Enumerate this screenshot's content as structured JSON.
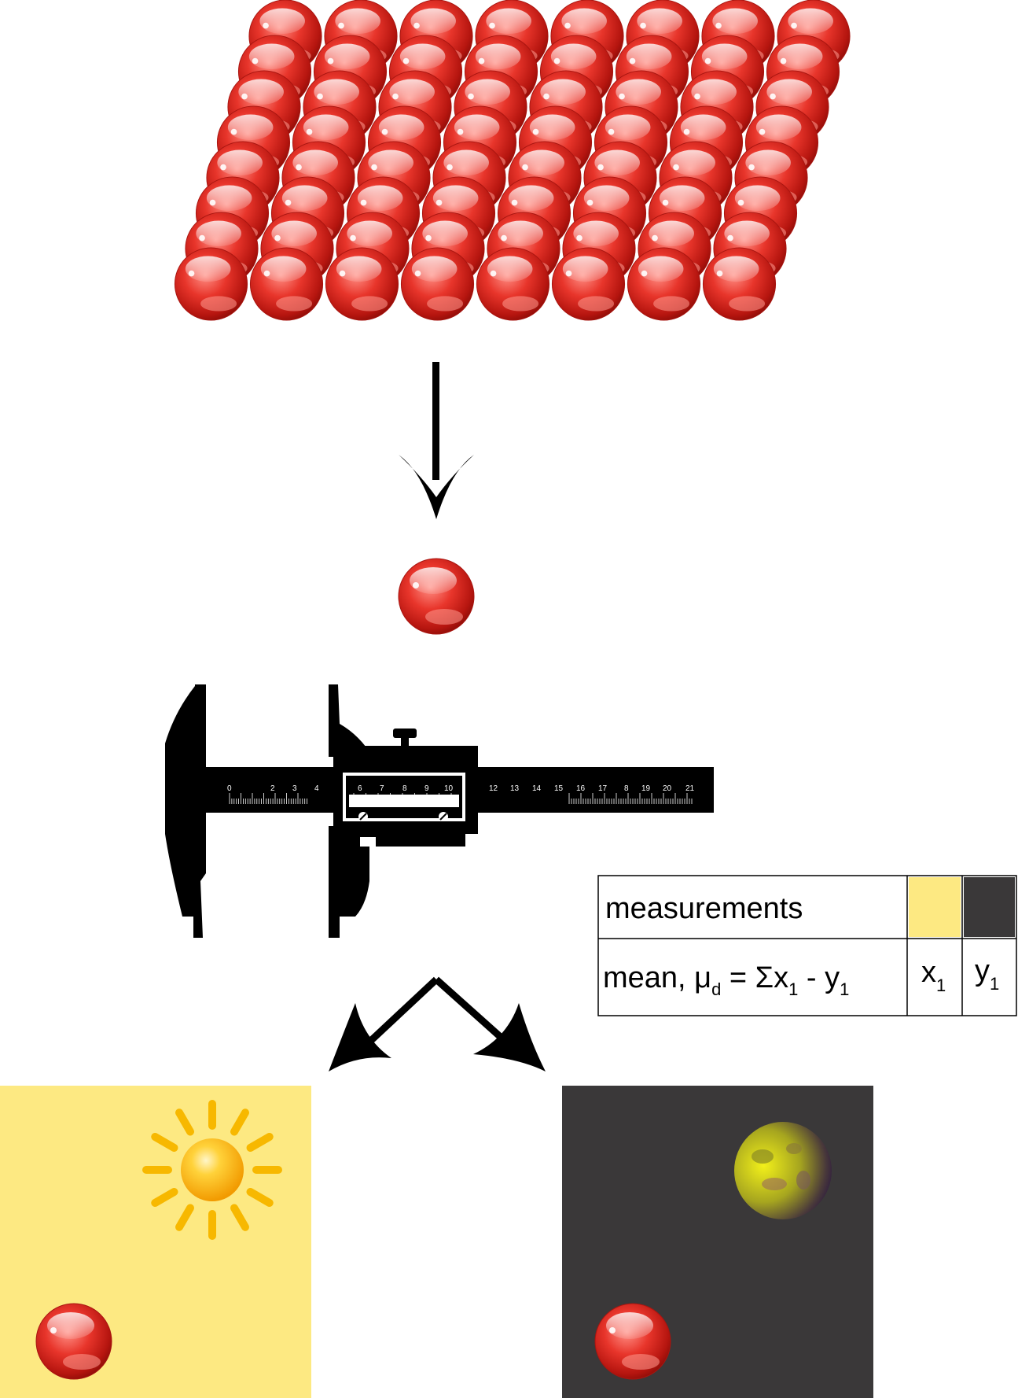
{
  "colors": {
    "bead": "#d92b22",
    "bead_highlight": "#ffe0dc",
    "yellow_panel": "#fde982",
    "dark_panel": "#3a3839",
    "sun": "#f7b800",
    "caliper": "#000000"
  },
  "caliper_scale": {
    "main_labels_left": [
      "0",
      "2",
      "3",
      "4"
    ],
    "vernier_labels": [
      "6",
      "7",
      "8",
      "9",
      "10"
    ],
    "main_labels_right": [
      "12",
      "13",
      "14",
      "15",
      "16",
      "17",
      "8",
      "19",
      "20",
      "21"
    ]
  },
  "legend_table": {
    "row1_label": "measurements",
    "row2": {
      "prefix": "mean, ",
      "mu": "μ",
      "mu_sub": "d",
      "equals_sigma": " = Σx",
      "sub1": "1",
      "minus_y": " - y",
      "sub2": "1"
    },
    "col_x": {
      "letter": "x",
      "sub": "1"
    },
    "col_y": {
      "letter": "y",
      "sub": "1"
    }
  },
  "icons": [
    "bead-array-icon",
    "arrow-down-icon",
    "single-bead-icon",
    "caliper-icon",
    "split-arrows-icon",
    "sun-icon",
    "moon-icon"
  ]
}
